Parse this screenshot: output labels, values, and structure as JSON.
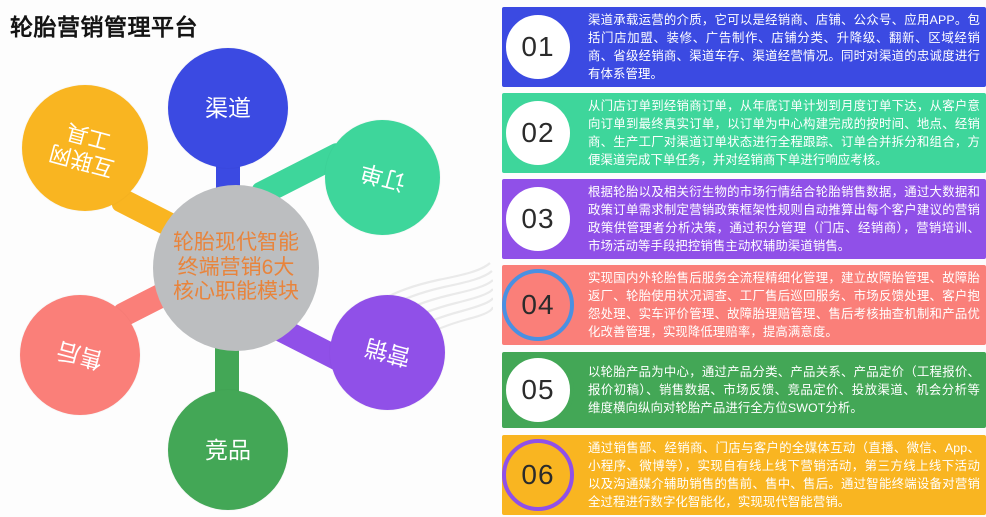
{
  "page": {
    "title": "轮胎营销管理平台",
    "background": "#fdfdfd"
  },
  "diagram": {
    "center": {
      "label": "轮胎现代智能终端营销6大核心职能模块",
      "fill": "#bcbec0",
      "text_color": "#e8843c"
    },
    "nodes": [
      {
        "label": "渠道",
        "fill": "#3b4ae2",
        "position": "top",
        "rotation": 0
      },
      {
        "label": "订单",
        "fill": "#3ed69b",
        "position": "top-right",
        "rotation": 195
      },
      {
        "label": "营销",
        "fill": "#9050e8",
        "position": "bottom-right",
        "rotation": 195
      },
      {
        "label": "竞品",
        "fill": "#43a756",
        "position": "bottom",
        "rotation": 0
      },
      {
        "label": "售后",
        "fill": "#fa7f79",
        "position": "bottom-left",
        "rotation": 195
      },
      {
        "label": "互联网工具",
        "fill": "#f9b521",
        "position": "top-left",
        "rotation": 195
      }
    ]
  },
  "panel": {
    "items": [
      {
        "number": "01",
        "bg": "#3b4ae2",
        "ring": "#3b4ae2",
        "circle_fill": "#ffffff",
        "text": "渠道承载运营的介质，它可以是经销商、店铺、公众号、应用APP。包括门店加盟、装修、广告制作、店铺分类、升降级、翻新、区域经销商、省级经销商、渠道车存、渠道经营情况。同时对渠道的忠诚度进行有体系管理。"
      },
      {
        "number": "02",
        "bg": "#3ed69b",
        "ring": "#3ed69b",
        "circle_fill": "#ffffff",
        "text": "从门店订单到经销商订单，从年底订单计划到月度订单下达，从客户意向订单到最终真实订单，以订单为中心构建完成的按时间、地点、经销商、生产工厂对渠道订单状态进行全程跟踪、订单合并拆分和组合，方便渠道完成下单任务，并对经销商下单进行响应考核。"
      },
      {
        "number": "03",
        "bg": "#9050e8",
        "ring": "#9050e8",
        "circle_fill": "#ffffff",
        "text": "根据轮胎以及相关衍生物的市场行情结合轮胎销售数据，通过大数据和政策订单需求制定营销政策框架性规则自动推算出每个客户建议的营销政策供管理者分析决策，通过积分管理（门店、经销商），营销培训、市场活动等手段把控销售主动权辅助渠道销售。"
      },
      {
        "number": "04",
        "bg": "#fa7f79",
        "ring": "#4a90e2",
        "circle_fill": "#fa7f79",
        "text": "实现国内外轮胎售后服务全流程精细化管理，建立故障胎管理、故障胎返厂、轮胎使用状况调查、工厂售后巡回服务、市场反馈处理、客户抱怨处理、实车评价管理、故障胎理赔管理、售后考核抽查机制和产品优化改善管理，实现降低理赔率，提高满意度。"
      },
      {
        "number": "05",
        "bg": "#43a756",
        "ring": "#43a756",
        "circle_fill": "#ffffff",
        "text": "以轮胎产品为中心，通过产品分类、产品关系、产品定价（工程报价、报价初稿）、销售数据、市场反馈、竞品定价、投放渠道、机会分析等维度横向纵向对轮胎产品进行全方位SWOT分析。"
      },
      {
        "number": "06",
        "bg": "#f9b521",
        "ring": "#9050e8",
        "circle_fill": "#f9b521",
        "text": "通过销售部、经销商、门店与客户的全媒体互动（直播、微信、App、小程序、微博等），实现自有线上线下营销活动，第三方线上线下活动以及沟通媒介辅助销售的售前、售中、售后。通过智能终端设备对营销全过程进行数字化智能化，实现现代智能营销。"
      }
    ]
  }
}
